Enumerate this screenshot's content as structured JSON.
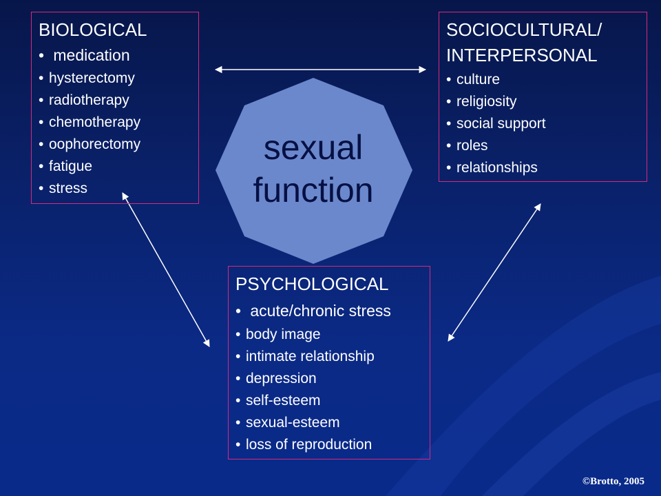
{
  "center": {
    "line1": "sexual",
    "line2": "function",
    "fill_color": "#6b88cc"
  },
  "biological": {
    "title": "BIOLOGICAL",
    "items": [
      "medication",
      "hysterectomy",
      "radiotherapy",
      "chemotherapy",
      "oophorectomy",
      "fatigue",
      "stress"
    ]
  },
  "sociocultural": {
    "title_line1": "SOCIOCULTURAL/",
    "title_line2": "INTERPERSONAL",
    "items": [
      "culture",
      "religiosity",
      "social support",
      "roles",
      "relationships"
    ]
  },
  "psychological": {
    "title": "PSYCHOLOGICAL",
    "items": [
      "acute/chronic stress",
      "body image",
      "intimate relationship",
      "depression",
      "self-esteem",
      "sexual-esteem",
      "loss of reproduction"
    ]
  },
  "credit": "©Brotto, 2005",
  "colors": {
    "background_top": "#07164a",
    "background_bottom": "#0a2a8a",
    "box_border": "#d62a7a",
    "arrow": "#ffffff"
  }
}
